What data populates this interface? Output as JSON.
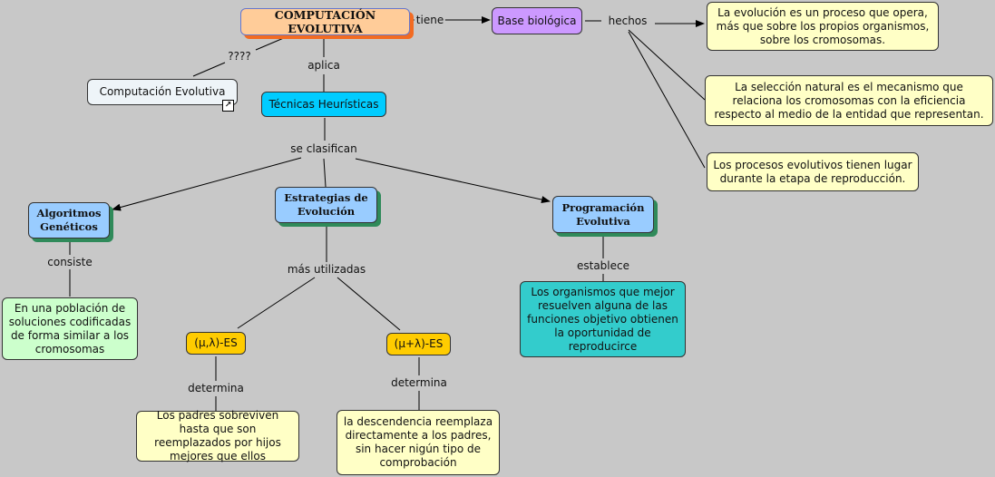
{
  "nodes": {
    "main": "COMPUTACIÓN EVOLUTIVA",
    "base": "Base biológica",
    "fact1": "La evolución es un proceso que opera, más que sobre los propios organismos, sobre los cromosomas.",
    "fact2": "La selección natural es el mecanismo que relaciona los cromosomas con la eficiencia respecto al medio de la entidad que representan.",
    "fact3": "Los procesos evolutivos tienen lugar durante la etapa de reproducción.",
    "linked": "Computación Evolutiva",
    "tecnicas": "Técnicas Heurísticas",
    "ag": "Algoritmos Genéticos",
    "ee": "Estrategias de Evolución",
    "pe": "Programación Evolutiva",
    "ag_desc": "En una población de soluciones codificadas de forma similar a los cromosomas",
    "mu_comma": "(μ,λ)-ES",
    "mu_plus": "(μ+λ)-ES",
    "comma_desc": "Los padres sobreviven hasta que son reemplazados por hijos mejores que ellos",
    "plus_desc": "la descendencia reemplaza directamente a los padres, sin hacer nigún tipo de comprobación",
    "pe_desc": "Los organismos que mejor resuelven alguna de las funciones objetivo obtienen la oportunidad de reproducircе"
  },
  "links": {
    "tiene": "tiene",
    "hechos": "hechos",
    "q": "????",
    "aplica": "aplica",
    "clasifican": "se clasifican",
    "consiste": "consiste",
    "mas": "más utilizadas",
    "det1": "determina",
    "det2": "determina",
    "establece": "establece"
  }
}
